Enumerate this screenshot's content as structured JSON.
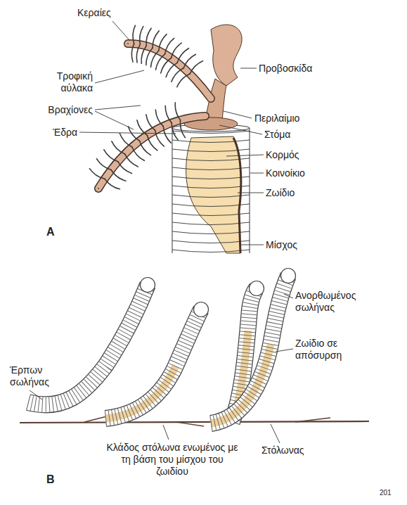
{
  "diagram": {
    "labels": [
      "Κεραίες",
      "Τροφική αύλακα",
      "Βραχίονες",
      "Έδρα",
      "Προβοσκίδα",
      "Περιλαίμιο",
      "Στόμα",
      "Κορμός",
      "Κοινοίκιο",
      "Ζωίδιο",
      "Μίσχος",
      "Α",
      "Ανορθωμένος σωλήνας",
      "Ζωίδιο σε απόσυρση",
      "Έρπων σωλήνας",
      "Κλάδος στόλωνα ενωμένος με τη βάση του μίσχου του ζωιδίου",
      "Στόλωνας",
      "Β",
      "201"
    ]
  }
}
